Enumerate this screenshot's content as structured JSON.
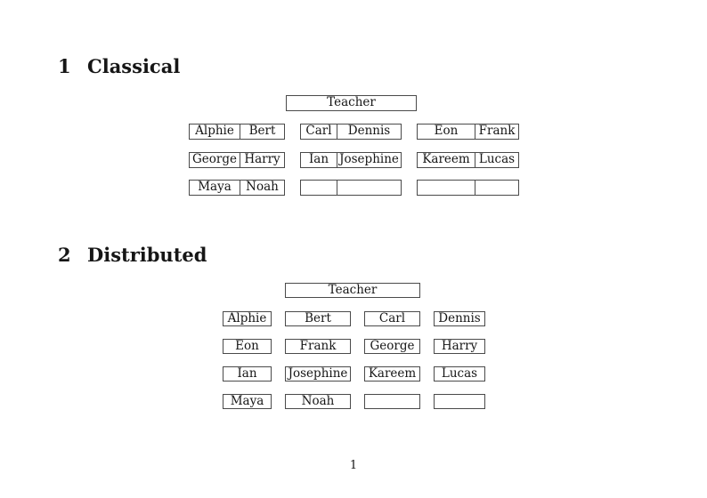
{
  "page_number": "1",
  "classical": {
    "heading_number": "1",
    "heading_title": "Classical",
    "teacher_label": "Teacher",
    "desks": [
      [
        "Alphie",
        "Bert"
      ],
      [
        "Carl",
        "Dennis"
      ],
      [
        "Eon",
        "Frank"
      ],
      [
        "George",
        "Harry"
      ],
      [
        "Ian",
        "Josephine"
      ],
      [
        "Kareem",
        "Lucas"
      ],
      [
        "Maya",
        "Noah"
      ],
      [
        "",
        ""
      ],
      [
        "",
        ""
      ]
    ]
  },
  "distributed": {
    "heading_number": "2",
    "heading_title": "Distributed",
    "teacher_label": "Teacher",
    "desks": [
      "Alphie",
      "Bert",
      "Carl",
      "Dennis",
      "Eon",
      "Frank",
      "George",
      "Harry",
      "Ian",
      "Josephine",
      "Kareem",
      "Lucas",
      "Maya",
      "Noah",
      "",
      ""
    ]
  }
}
